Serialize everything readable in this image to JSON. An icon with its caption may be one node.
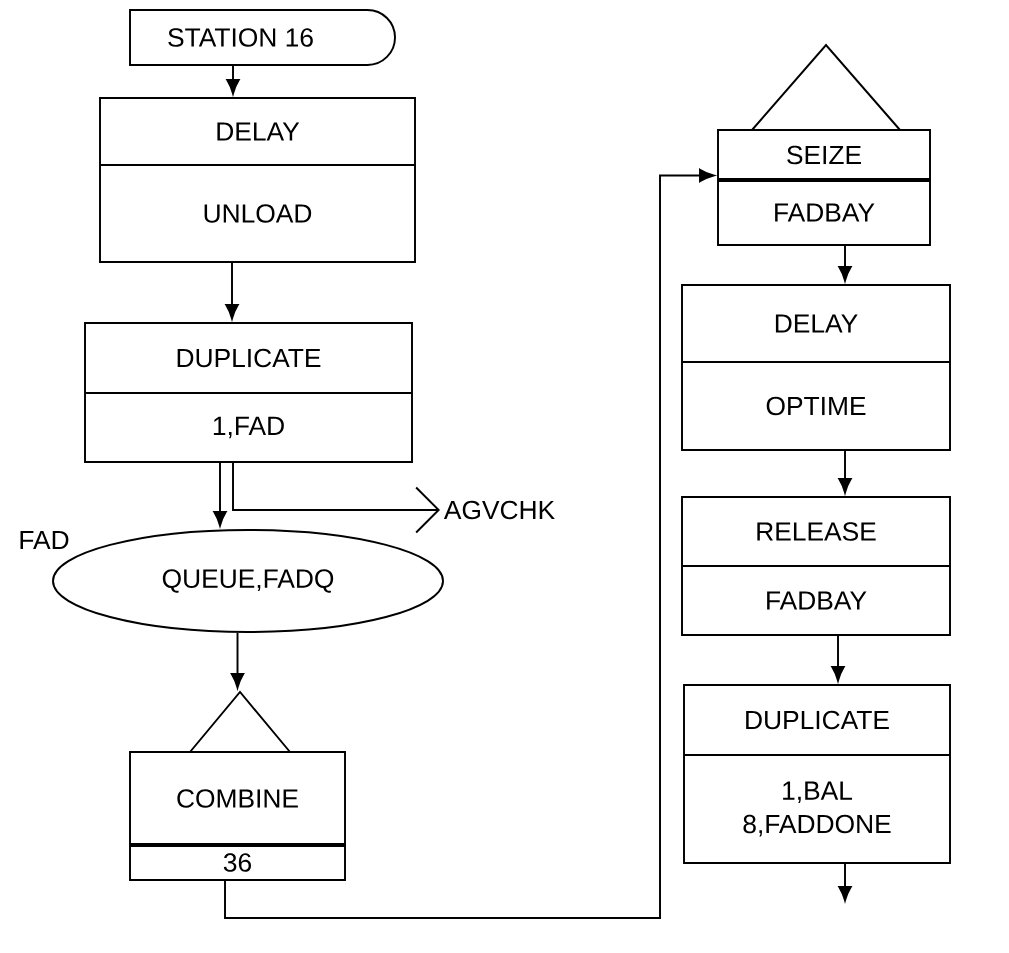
{
  "diagram": {
    "nodes": [
      {
        "text": [
          "STATION 16"
        ]
      },
      {
        "text": [
          "DELAY",
          "UNLOAD"
        ]
      },
      {
        "text": [
          "DUPLICATE",
          "1,FAD"
        ]
      },
      {
        "text": [
          "AGVCHK"
        ]
      },
      {
        "text": [
          "QUEUE,FADQ"
        ],
        "beside": [
          "FAD"
        ]
      },
      {
        "text": [
          "COMBINE",
          "36"
        ]
      },
      {
        "text": [
          "SEIZE",
          "FADBAY"
        ]
      },
      {
        "text": [
          "DELAY",
          "OPTIME"
        ]
      },
      {
        "text": [
          "RELEASE",
          "FADBAY"
        ]
      },
      {
        "text": [
          "DUPLICATE",
          "1,BAL 8,FADDONE"
        ]
      }
    ],
    "edges": [
      {
        "from": 0,
        "to": 1,
        "arrow": "to"
      },
      {
        "from": 1,
        "to": 2,
        "arrow": "to"
      },
      {
        "from": 2,
        "to": 4,
        "arrow": "to"
      },
      {
        "from": 2,
        "to": 3,
        "arrow": "to"
      },
      {
        "from": 4,
        "to": 5,
        "arrow": "to"
      },
      {
        "from": 5,
        "to": 6,
        "arrow": "to"
      },
      {
        "from": 6,
        "to": 7,
        "arrow": "to"
      },
      {
        "from": 7,
        "to": 8,
        "arrow": "to"
      },
      {
        "from": 8,
        "to": 9,
        "arrow": "to"
      },
      {
        "from": 9,
        "to": null,
        "arrow": "to"
      }
    ]
  }
}
